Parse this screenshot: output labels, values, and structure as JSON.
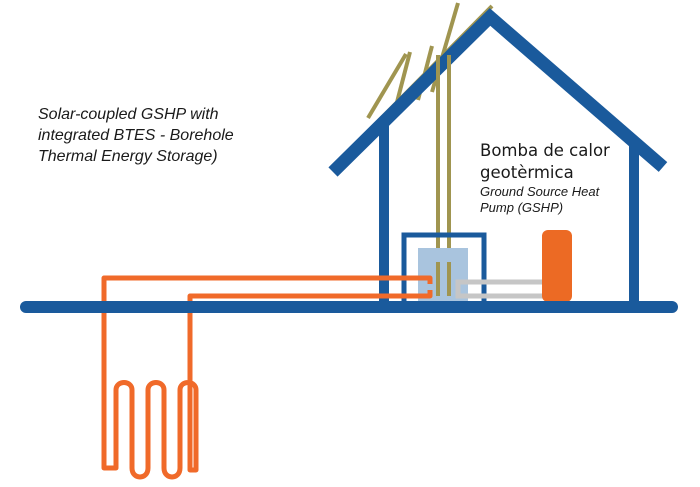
{
  "caption": {
    "lines": [
      "Solar-coupled GSHP with",
      "integrated BTES - Borehole",
      "Thermal Energy Storage)"
    ]
  },
  "heat_pump_label": {
    "title_lines": [
      "Bomba de calor",
      "geotèrmica"
    ],
    "subtitle_lines": [
      "Ground Source Heat",
      "Pump (GSHP)"
    ]
  },
  "colors": {
    "house": "#1a5a9c",
    "ground": "#1a5a9c",
    "loop": "#f06a2a",
    "solar": "#a09550",
    "unit": "#a9c4de",
    "pipe_grey": "#c6c6c6",
    "tank": "#ec6a24"
  }
}
